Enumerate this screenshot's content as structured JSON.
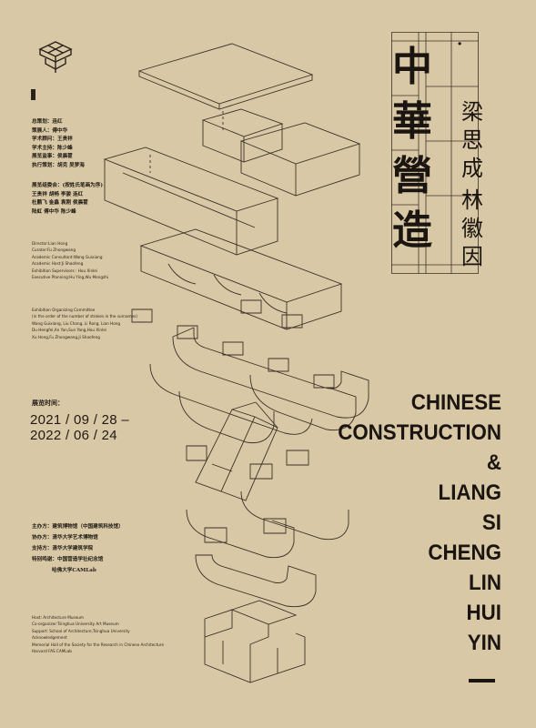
{
  "title": {
    "cn_main": [
      "中",
      "華",
      "營",
      "造"
    ],
    "cn_name1": [
      "梁",
      "思",
      "成"
    ],
    "cn_name2": [
      "林",
      "徽",
      "因"
    ],
    "cn_dot": "·",
    "en_lines": [
      "CHINESE",
      "CONSTRUCTION",
      "&",
      "LIANG",
      "SI",
      "CHENG",
      "LIN",
      "HUI",
      "YIN"
    ]
  },
  "credits_cn": [
    "总策划：连红",
    "策展人：傅中华",
    "学术顾问：王贵祥",
    "学术主持：陈少峰",
    "展览监事：侯晨翟",
    "执行策划：胡克 吴梦海"
  ],
  "committee_cn": [
    "展览组委会：(按姓氏笔画为序)",
    "王贵祥  胡畅  李骏  连红",
    "杜鹏飞  金鑫  袁刚  侯晨翟",
    "陆虹  傅中华  陈少峰"
  ],
  "credits_en": [
    "Director:Lian Hong",
    "Curator:Fu Zhongwang",
    "Academic Consultant:Wang Guixiang",
    "Academic Host:Ji Shaofeng",
    "Exhibition Supervisors : Hou Xinlei",
    "Executive Planning:Hu Ying,Wu Mengzhi"
  ],
  "committee_en": [
    "Exhibition Organizing Committee",
    "(in the order of the number of strokes in the surnames)",
    "Wang Guixiang, Liu Chang, Li Rong, Lian Hong",
    "Du Hengfei,An Yan,Sun Yang,Hou Xinlei",
    "Xu Hong,Fu Zhongwang,Ji Shaofeng"
  ],
  "date": {
    "label": "展览时间：",
    "line1": "2021 / 09 / 28 –",
    "line2": "2022 / 06 / 24"
  },
  "organizers_cn": [
    "主办方：建筑博物馆（中国建筑科技馆）",
    "协办方：清华大学艺术博物馆",
    "支持方：清华大学建筑学院",
    "特别鸣谢：中国营造学社纪念馆",
    "哈佛大学CAMLab"
  ],
  "organizers_en": [
    "Host: Architecture Museum",
    "Co-organizer:Tsinghua University Art Museum",
    "Support: School of Architecture,Tsinghua University",
    "Acknowledgement",
    "Memorial Hall of the Society for the Research in Chinese Architecture",
    "Harvard FAS CAMLab"
  ],
  "colors": {
    "background": "#d9c8a5",
    "ink": "#1f1a14",
    "line": "#3a3128"
  }
}
